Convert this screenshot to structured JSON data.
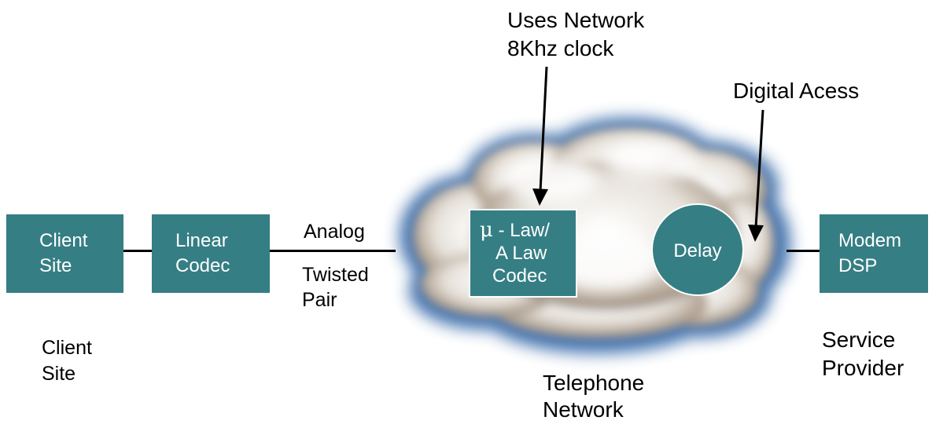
{
  "nodes": {
    "client_site_box": {
      "line1": "Client",
      "line2": "Site",
      "color": "#357e84"
    },
    "linear_codec": {
      "line1": "Linear",
      "line2": "Codec",
      "color": "#357e84"
    },
    "law_codec": {
      "mu": "μ",
      "line1": "- Law/",
      "line2": "A Law",
      "line3": "Codec",
      "color": "#357e84"
    },
    "delay": {
      "label": "Delay",
      "color": "#357e84"
    },
    "modem_dsp": {
      "line1": "Modem",
      "line2": "DSP",
      "color": "#357e84"
    }
  },
  "labels": {
    "analog": "Analog",
    "twisted_pair_1": "Twisted",
    "twisted_pair_2": "Pair",
    "client_site_1": "Client",
    "client_site_2": "Site",
    "uses_network_1": "Uses Network",
    "uses_network_2": "8Khz clock",
    "digital_access": "Digital Acess",
    "telephone_network_1": "Telephone",
    "telephone_network_2": "Network",
    "service_provider_1": "Service",
    "service_provider_2": "Provider"
  },
  "cloud": {
    "fill_light": "#f2f2f2",
    "fill_shade": "#b9aa98",
    "edge": "#3b6fa8"
  }
}
